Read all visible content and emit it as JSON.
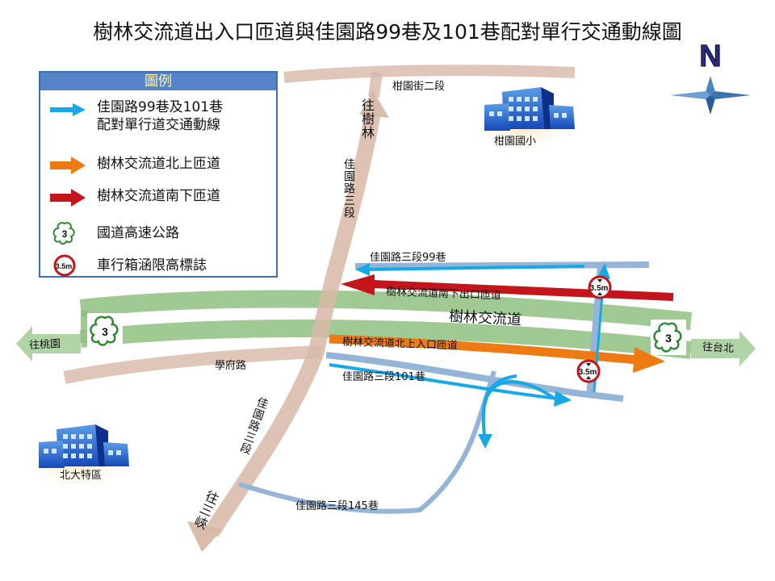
{
  "title": "樹林交流道出入口匝道與佳園路99巷及101巷配對單行交通動線圖",
  "compass": {
    "north_letter": "N"
  },
  "legend": {
    "header": "圖例",
    "items": [
      {
        "label_line1": "佳園路99巷及101巷",
        "label_line2": "配對單行道交通動線",
        "symbol": "arrow-right-icon",
        "color": "#19a8e6"
      },
      {
        "label_line1": "樹林交流道北上匝道",
        "symbol": "arrow-right-icon",
        "color": "#ee7a14"
      },
      {
        "label_line1": "樹林交流道南下匝道",
        "symbol": "arrow-right-icon",
        "color": "#c4151c"
      },
      {
        "label_line1": "國道高速公路",
        "symbol": "highway-shield-icon",
        "shield_number": "3",
        "color": "#2e8a2e"
      },
      {
        "label_line1": "車行箱涵限高標誌",
        "symbol": "height-limit-sign-icon",
        "sign_text": "3.5m",
        "color": "#c4151c"
      }
    ]
  },
  "labels": {
    "ganyuan_st": "柑園街二段",
    "ganyuan_school": "柑園國小",
    "to_shulin": "往樹林",
    "jiayuan_upper": "佳園路三段",
    "lane99": "佳園路三段99巷",
    "southbound_exit": "樹林交流道南下出口匝道",
    "interchange": "樹林交流道",
    "to_taoyuan": "往桃園",
    "to_taipei": "往台北",
    "northbound_entrance": "樹林交流道北上入口匝道",
    "xuefu_rd": "學府路",
    "lane101": "佳園路三段101巷",
    "jiayuan_lower": "佳園路三段",
    "ntpu": "北大特區",
    "to_sanxia": "往三峽",
    "lane145": "佳園路三段145巷"
  },
  "signs": {
    "shield_number": "3",
    "height_limit": "3.5m"
  },
  "colors": {
    "freeway": "#8fbf80",
    "local_road": "#d8b8a8",
    "lane_blue": "#95b5d8",
    "oneway_cyan": "#19a8e6",
    "northbound_orange": "#ee7a14",
    "southbound_red": "#c4151c"
  }
}
